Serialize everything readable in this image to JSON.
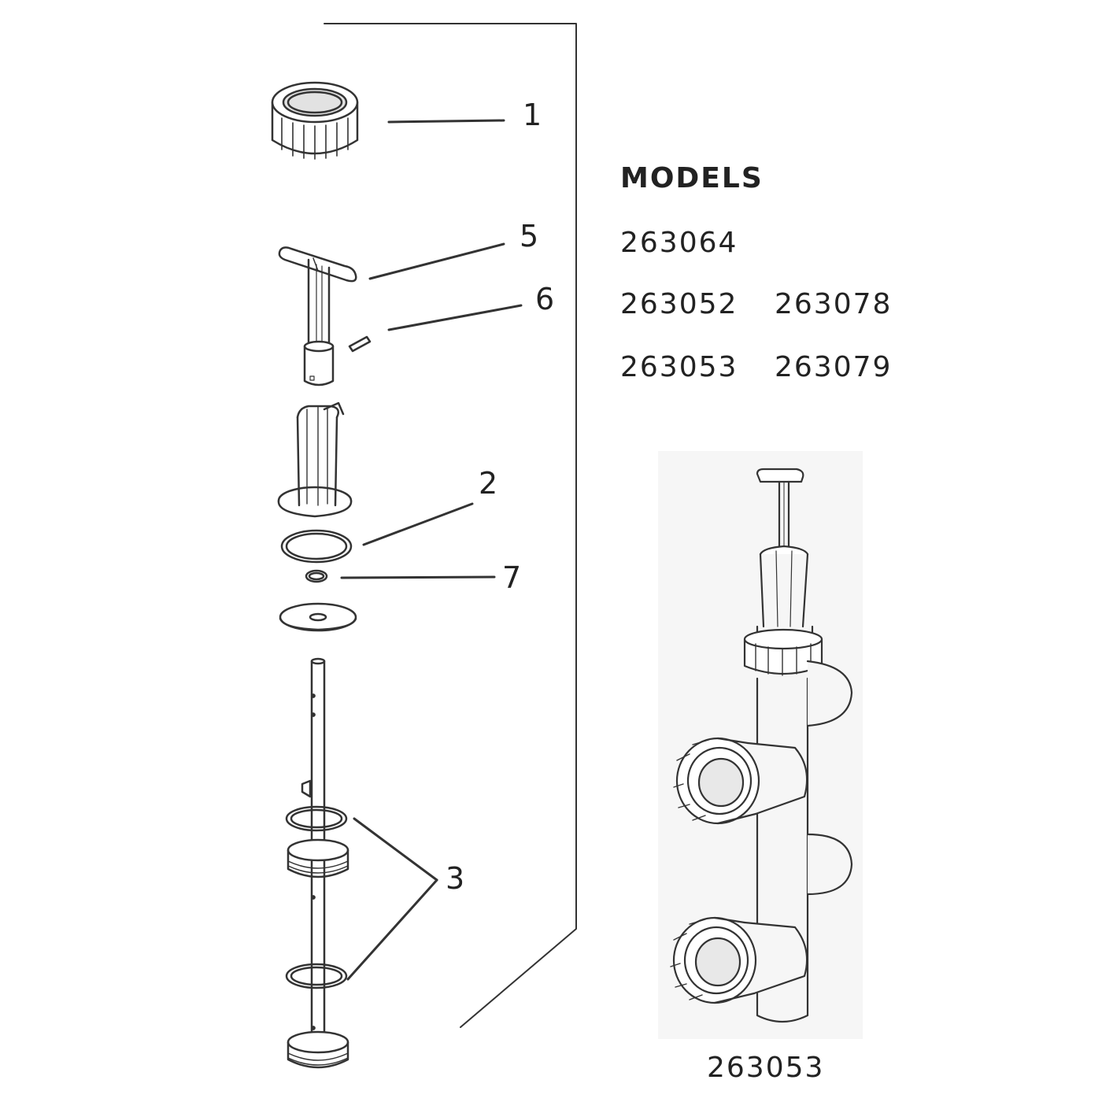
{
  "callouts": {
    "c1": "1",
    "c5": "5",
    "c6": "6",
    "c2": "2",
    "c7": "7",
    "c3": "3"
  },
  "models": {
    "title": "MODELS",
    "list": [
      "263064",
      "263052",
      "263078",
      "263053",
      "263079"
    ]
  },
  "assembly": {
    "caption": "263053"
  },
  "colors": {
    "line": "#333333",
    "fill": "#ffffff",
    "shade": "#d8d8d8",
    "panel": "#f6f6f6"
  }
}
